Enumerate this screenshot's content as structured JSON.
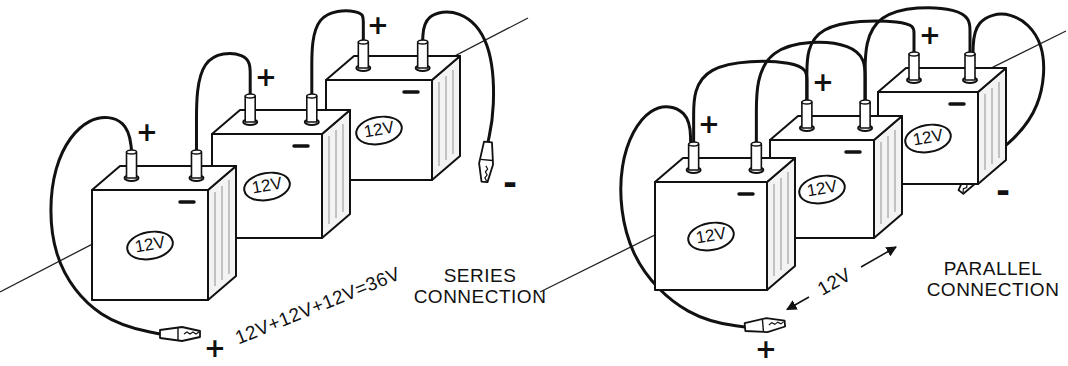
{
  "diagram": {
    "nodes": [
      {
        "text": [
          "12V"
        ]
      },
      {
        "text": [
          "12V"
        ]
      },
      {
        "text": [
          "12V"
        ]
      },
      {
        "text": [
          "12V"
        ]
      },
      {
        "text": [
          "12V"
        ]
      },
      {
        "text": [
          "12V"
        ]
      }
    ],
    "edges": [
      {
        "from": 0,
        "to": 1,
        "arrow": "none"
      },
      {
        "from": 1,
        "to": 2,
        "arrow": "none"
      },
      {
        "from": 3,
        "to": 4,
        "arrow": "none"
      },
      {
        "from": 3,
        "to": 4,
        "arrow": "none"
      },
      {
        "from": 4,
        "to": 5,
        "arrow": "none"
      },
      {
        "from": 4,
        "to": 5,
        "arrow": "none"
      }
    ],
    "labels": [
      "+",
      "+",
      "+",
      "-",
      "+",
      "12V+12V+12V=36V",
      "SERIES CONNECTION",
      "+",
      "+",
      "+",
      "12V",
      "+",
      "-",
      "PARALLEL CONNECTION"
    ]
  }
}
